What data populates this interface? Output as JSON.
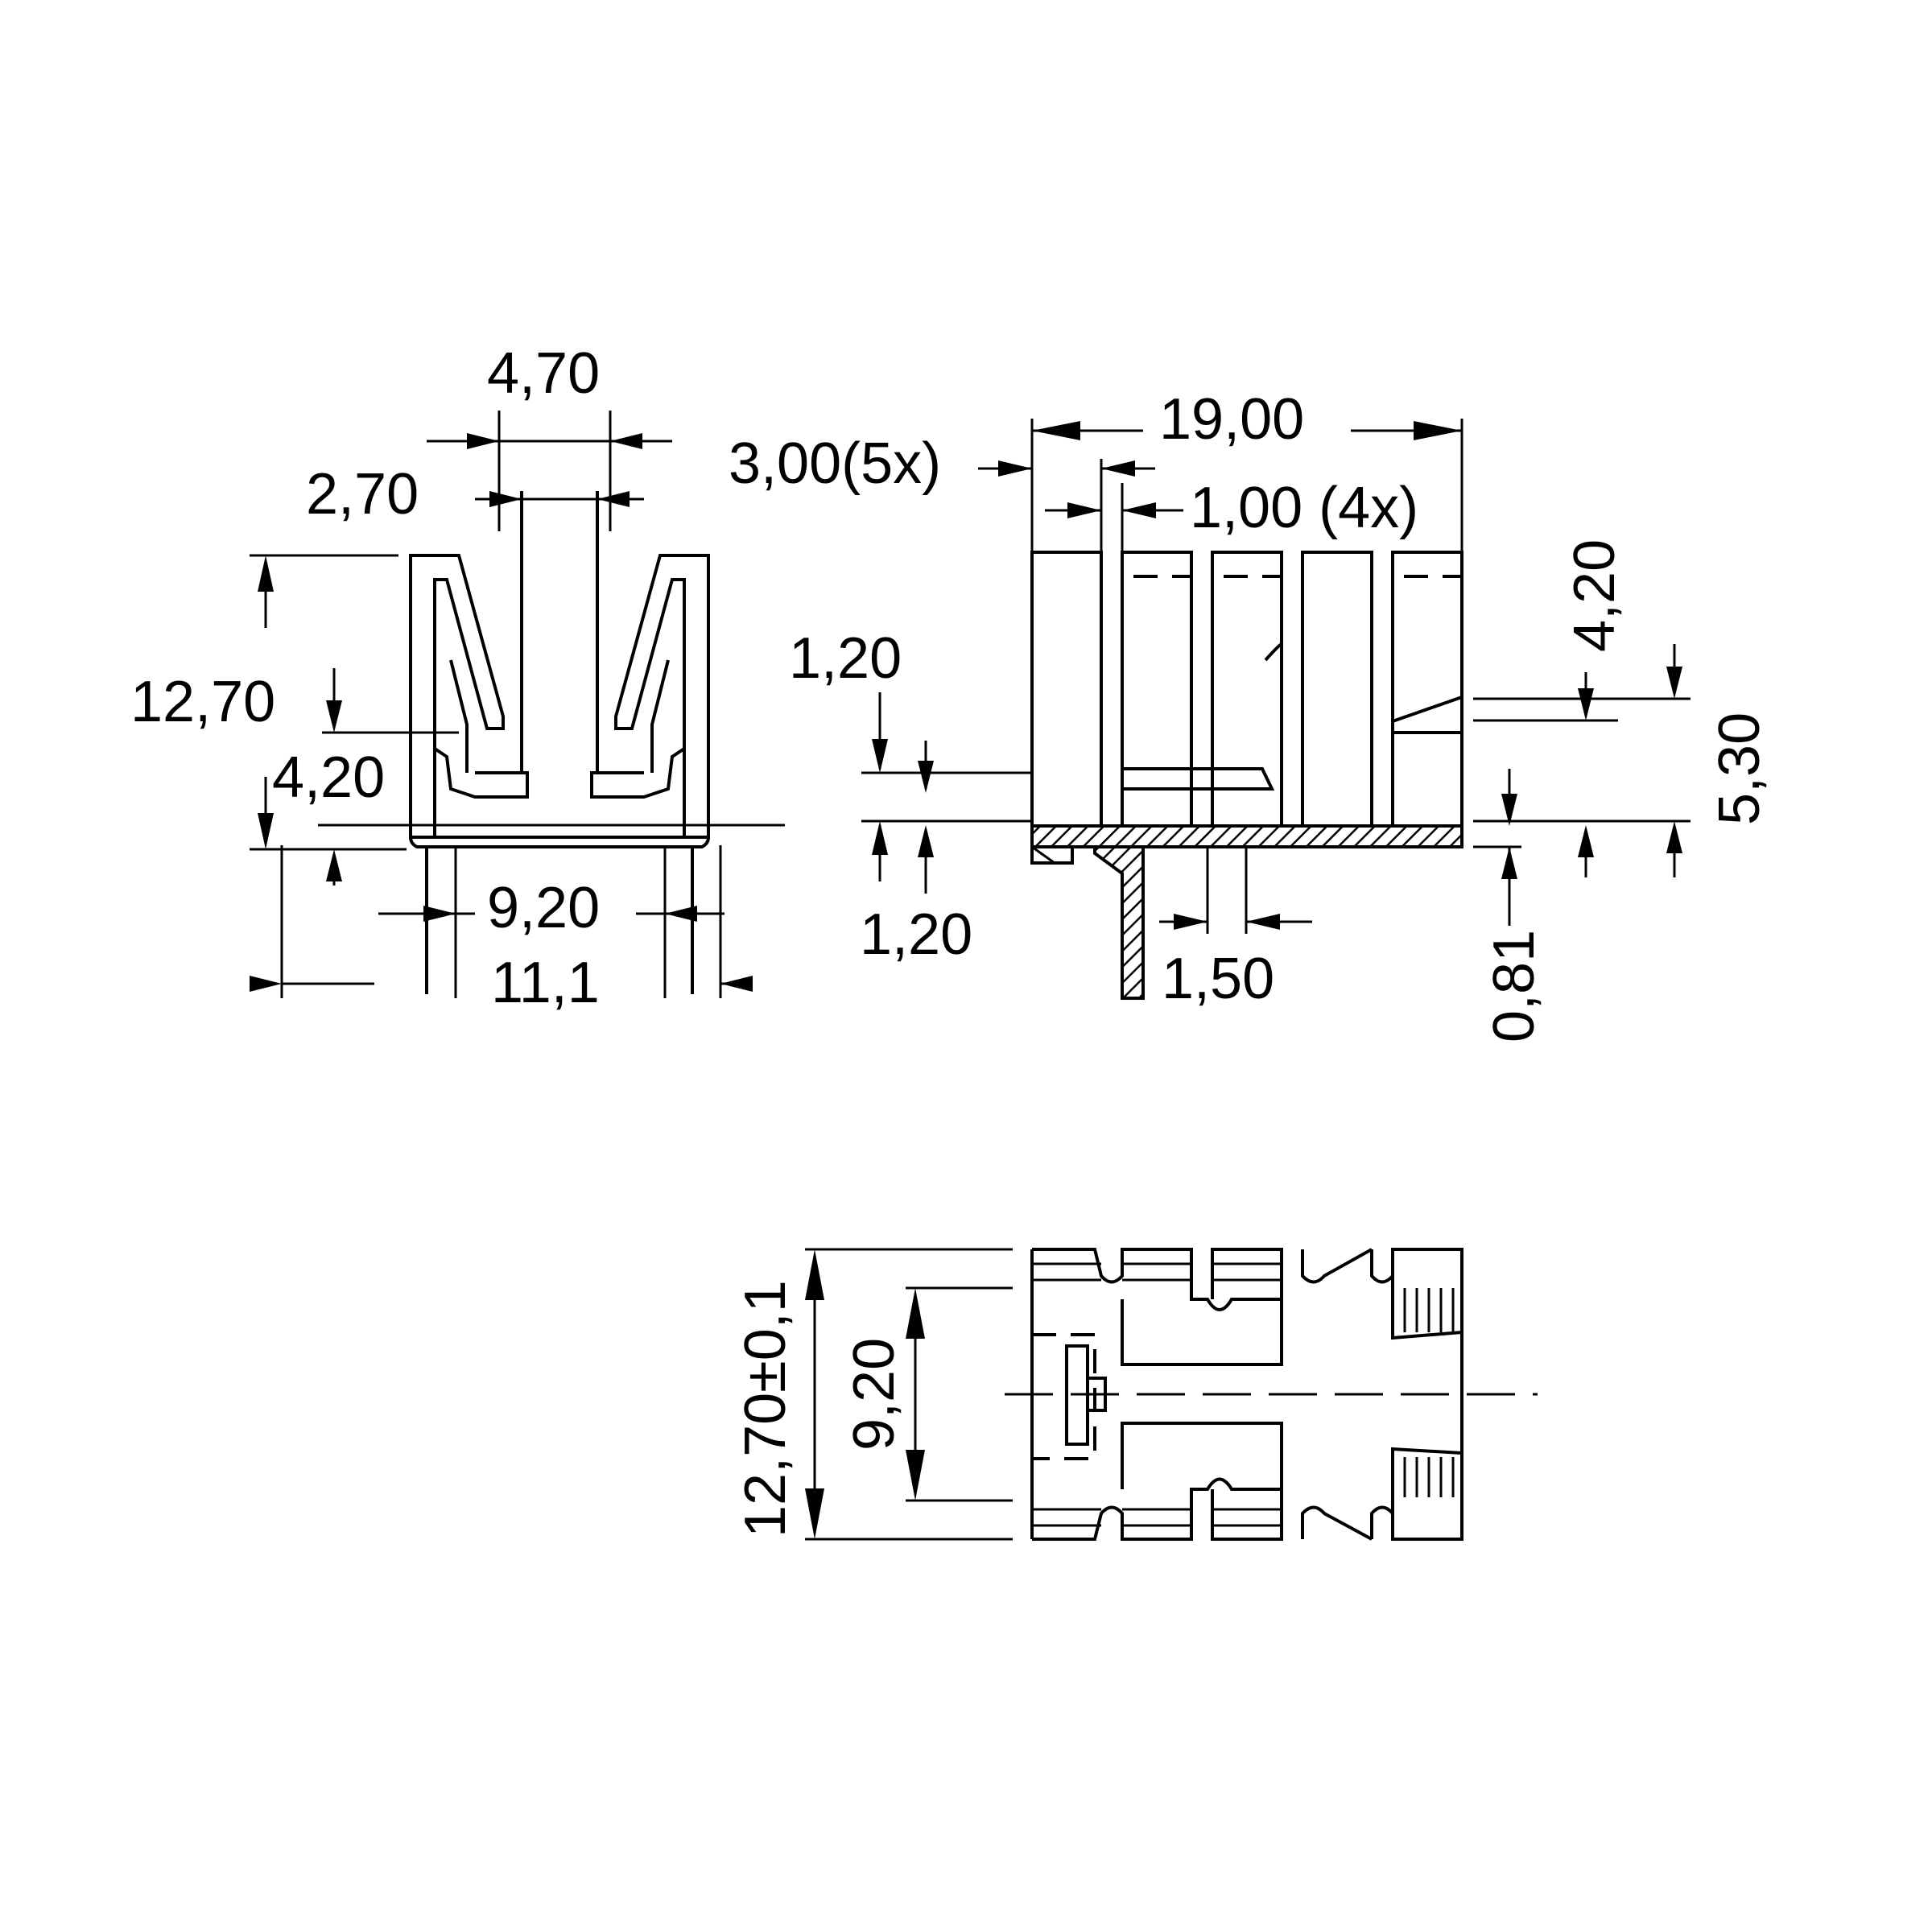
{
  "views": {
    "end_view": {
      "dims": {
        "d470": "4,70",
        "d270": "2,70",
        "d1270": "12,70",
        "d420": "4,20",
        "d920": "9,20",
        "d111": "11,1"
      }
    },
    "side_view": {
      "dims": {
        "d1900": "19,00",
        "d300": "3,00(5x)",
        "d100": "1,00 (4x)",
        "d120a": "1,20",
        "d120b": "1,20",
        "d420": "4,20",
        "d530": "5,30",
        "d150": "1,50",
        "d081": "0,81"
      }
    },
    "bottom_view": {
      "dims": {
        "d1270": "12,70±0,1",
        "d920": "9,20"
      }
    }
  }
}
